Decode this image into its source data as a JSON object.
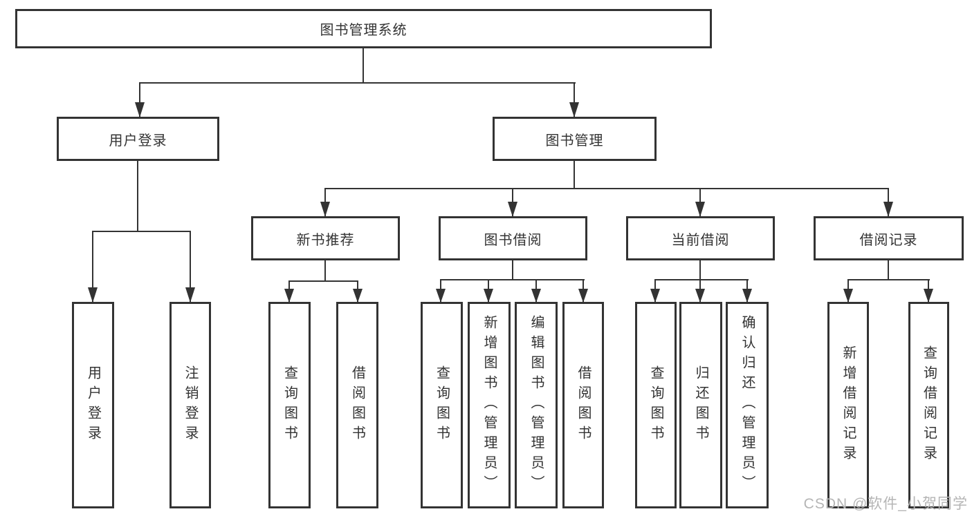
{
  "diagram": {
    "title": "图书管理系统",
    "watermark": "CSDN @软件_小贺同学",
    "colors": {
      "line": "#333333",
      "text": "#333333",
      "watermark": "#b5b5b5",
      "background": "#ffffff"
    }
  },
  "nodes": {
    "root": {
      "label": "图书管理系统"
    },
    "level2": [
      {
        "label": "用户登录"
      },
      {
        "label": "图书管理"
      }
    ],
    "level3": [
      {
        "label": "新书推荐",
        "parent": "图书管理"
      },
      {
        "label": "图书借阅",
        "parent": "图书管理"
      },
      {
        "label": "当前借阅",
        "parent": "图书管理"
      },
      {
        "label": "借阅记录",
        "parent": "图书管理"
      }
    ],
    "leaves": [
      {
        "label": "用户登录",
        "parent": "用户登录"
      },
      {
        "label": "注销登录",
        "parent": "用户登录"
      },
      {
        "label": "查询图书",
        "parent": "新书推荐"
      },
      {
        "label": "借阅图书",
        "parent": "新书推荐"
      },
      {
        "label": "查询图书",
        "parent": "图书借阅"
      },
      {
        "label": "新增图书（管理员）",
        "parent": "图书借阅"
      },
      {
        "label": "编辑图书（管理员）",
        "parent": "图书借阅"
      },
      {
        "label": "借阅图书",
        "parent": "图书借阅"
      },
      {
        "label": "查询图书",
        "parent": "当前借阅"
      },
      {
        "label": "归还图书",
        "parent": "当前借阅"
      },
      {
        "label": "确认归还（管理员）",
        "parent": "当前借阅"
      },
      {
        "label": "新增借阅记录",
        "parent": "借阅记录"
      },
      {
        "label": "查询借阅记录",
        "parent": "借阅记录"
      }
    ]
  }
}
